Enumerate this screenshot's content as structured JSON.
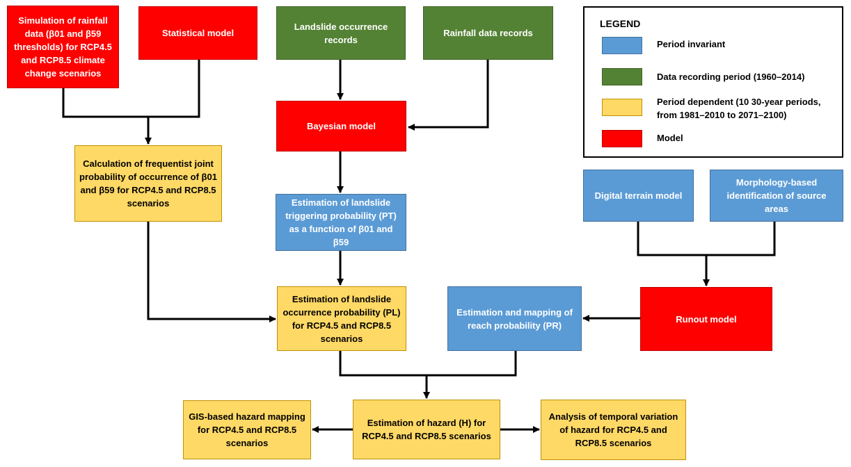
{
  "colors": {
    "period_invariant": "#5b9bd5",
    "data_recording": "#548235",
    "period_dependent": "#ffd966",
    "model": "#ff0000",
    "arrow": "#000000"
  },
  "legend": {
    "title": "LEGEND",
    "items": [
      {
        "label": "Period invariant"
      },
      {
        "label": "Data recording period (1960–2014)"
      },
      {
        "label": "Period dependent (10 30-year periods, from 1981–2010 to 2071–2100)"
      },
      {
        "label": "Model"
      }
    ]
  },
  "nodes": {
    "simulation": "Simulation of rainfall data (β01 and β59 thresholds) for RCP4.5 and RCP8.5 climate change scenarios",
    "statistical_model": "Statistical model",
    "landslide_records": "Landslide occurrence records",
    "rainfall_records": "Rainfall data records",
    "bayesian_model": "Bayesian model",
    "frequentist": "Calculation of frequentist joint probability of occurrence of β01 and β59 for RCP4.5 and RCP8.5 scenarios",
    "triggering_probability": "Estimation of landslide triggering probability (PT) as a function of β01 and β59",
    "dtm": "Digital terrain model",
    "source_areas": "Morphology-based identification of source areas",
    "occurrence_probability": "Estimation of landslide occurrence probability (PL) for RCP4.5 and RCP8.5 scenarios",
    "reach_probability": "Estimation and mapping of reach probability (PR)",
    "runout_model": "Runout model",
    "gis_mapping": "GIS-based hazard mapping for RCP4.5 and RCP8.5 scenarios",
    "hazard": "Estimation of hazard (H) for RCP4.5 and RCP8.5 scenarios",
    "temporal_analysis": "Analysis of temporal variation of hazard for RCP4.5 and RCP8.5 scenarios"
  },
  "edges": [
    {
      "from": "simulation",
      "to": "frequentist"
    },
    {
      "from": "statistical_model",
      "to": "frequentist"
    },
    {
      "from": "landslide_records",
      "to": "bayesian_model"
    },
    {
      "from": "rainfall_records",
      "to": "bayesian_model"
    },
    {
      "from": "bayesian_model",
      "to": "triggering_probability"
    },
    {
      "from": "triggering_probability",
      "to": "occurrence_probability"
    },
    {
      "from": "frequentist",
      "to": "occurrence_probability"
    },
    {
      "from": "dtm",
      "to": "runout_model"
    },
    {
      "from": "source_areas",
      "to": "runout_model"
    },
    {
      "from": "runout_model",
      "to": "reach_probability"
    },
    {
      "from": "occurrence_probability",
      "to": "hazard"
    },
    {
      "from": "reach_probability",
      "to": "hazard"
    },
    {
      "from": "hazard",
      "to": "gis_mapping"
    },
    {
      "from": "hazard",
      "to": "temporal_analysis"
    }
  ]
}
